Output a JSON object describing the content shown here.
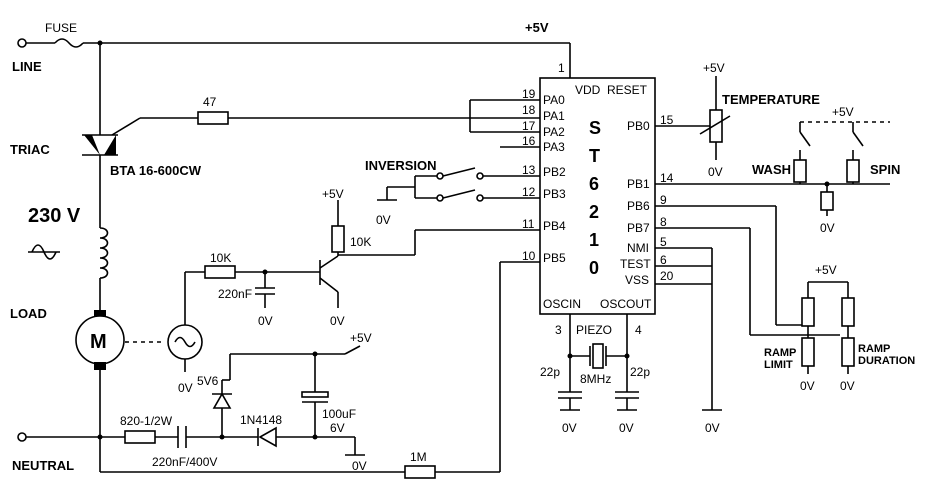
{
  "top": {
    "fuse": "FUSE",
    "line": "LINE",
    "supply": "+5V"
  },
  "left": {
    "triac": "TRIAC",
    "triac_part": "BTA 16-600CW",
    "voltage": "230 V",
    "load": "LOAD",
    "motor": "M",
    "neutral": "NEUTRAL"
  },
  "resistors": {
    "r47": "47",
    "r10k_a": "10K",
    "r10k_b": "10K",
    "r820": "820-1/2W",
    "r1m": "1M"
  },
  "caps": {
    "c220n": "220nF",
    "c220n400": "220nF/400V",
    "c100u": "100uF",
    "c6v": "6V",
    "c22p_a": "22p",
    "c22p_b": "22p"
  },
  "diodes": {
    "zener": "5V6",
    "d1": "1N4148"
  },
  "misc": {
    "plus5_transistor": "+5V",
    "plus5_cap": "+5V",
    "plus5_temp": "+5V",
    "plus5_sw": "+5V",
    "plus5_ramp": "+5V",
    "v0_inv": "0V",
    "v0_cap": "0V",
    "v0_trans": "0V",
    "v0_sense": "0V",
    "v0_neutral": "0V",
    "v0_xa": "0V",
    "v0_xb": "0V",
    "v0_nmi": "0V",
    "v0_temp": "0V",
    "v0_wash": "0V",
    "v0_ramp_a": "0V",
    "v0_ramp_b": "0V",
    "inversion": "INVERSION",
    "temperature": "TEMPERATURE",
    "wash": "WASH",
    "spin": "SPIN",
    "ramp_limit_1": "RAMP",
    "ramp_limit_2": "LIMIT",
    "ramp_dur_1": "RAMP",
    "ramp_dur_2": "DURATION",
    "piezo": "PIEZO",
    "xtal": "8MHz"
  },
  "chip": {
    "name_letters": [
      "S",
      "T",
      "6",
      "2",
      "1",
      "0"
    ],
    "pins_left": [
      {
        "num": "19",
        "name": "PA0"
      },
      {
        "num": "18",
        "name": "PA1"
      },
      {
        "num": "17",
        "name": "PA2"
      },
      {
        "num": "16",
        "name": "PA3"
      },
      {
        "num": "13",
        "name": "PB2"
      },
      {
        "num": "12",
        "name": "PB3"
      },
      {
        "num": "11",
        "name": "PB4"
      },
      {
        "num": "10",
        "name": "PB5"
      }
    ],
    "pins_right": [
      {
        "num": "15",
        "name": "PB0"
      },
      {
        "num": "14",
        "name": "PB1"
      },
      {
        "num": "9",
        "name": "PB6"
      },
      {
        "num": "8",
        "name": "PB7"
      },
      {
        "num": "5",
        "name": "NMI"
      },
      {
        "num": "6",
        "name": "TEST"
      },
      {
        "num": "20",
        "name": "VSS"
      }
    ],
    "vdd": "VDD",
    "reset": "RESET",
    "oscin": "OSCIN",
    "oscout": "OSCOUT",
    "pin1": "1",
    "pin3": "3",
    "pin4": "4"
  }
}
